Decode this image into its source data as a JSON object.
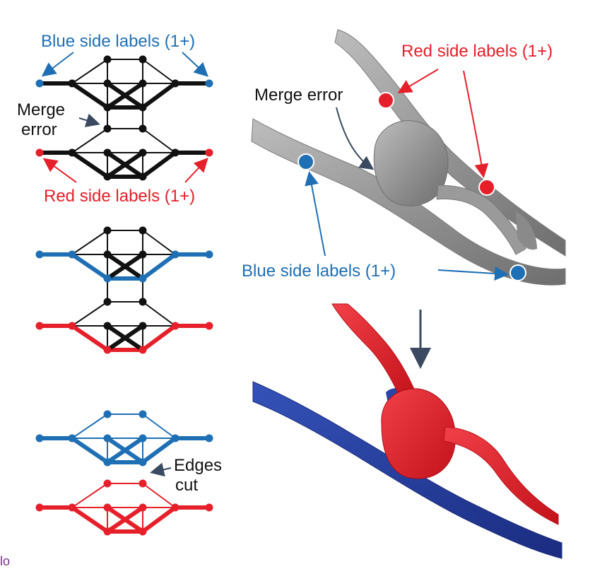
{
  "labels": {
    "blue_side": "Blue side labels (1+)",
    "red_side": "Red side labels (1+)",
    "merge_error_line1": "Merge",
    "merge_error_line2": "error",
    "merge_error": "Merge error",
    "edges_cut_line1": "Edges",
    "edges_cut_line2": "cut"
  },
  "colors": {
    "blue": "#1f6fb4",
    "red": "#e5202b",
    "black": "#111111",
    "navy": "#3b4a60",
    "grey_mesh": "#8f8f8f",
    "blue_mesh": "#233a9a",
    "red_mesh": "#e5202b"
  }
}
